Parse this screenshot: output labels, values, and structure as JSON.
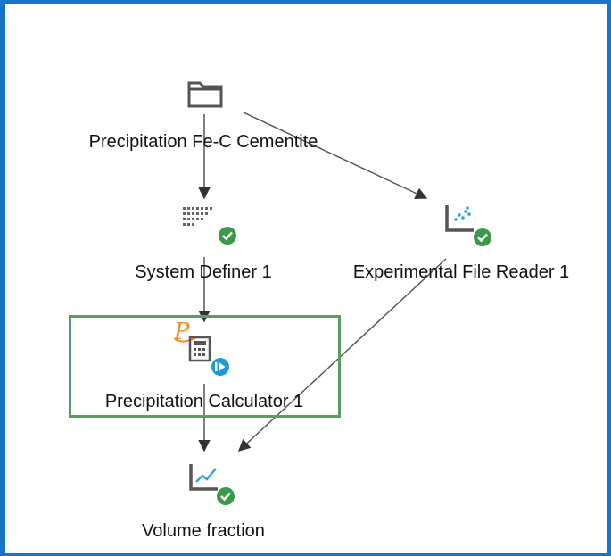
{
  "nodes": [
    {
      "id": "project",
      "label": "Precipitation Fe-C Cementite",
      "icon": "folder-icon",
      "status": "none"
    },
    {
      "id": "system-definer",
      "label": "System Definer 1",
      "icon": "system-definer-icon",
      "status": "done"
    },
    {
      "id": "experimental-reader",
      "label": "Experimental File Reader 1",
      "icon": "experimental-file-icon",
      "status": "done"
    },
    {
      "id": "precipitation-calculator",
      "label": "Precipitation Calculator 1",
      "icon": "precipitation-calculator-icon",
      "status": "run",
      "selected": true
    },
    {
      "id": "volume-fraction",
      "label": "Volume fraction",
      "icon": "plot-icon",
      "status": "done"
    }
  ],
  "edges": [
    {
      "from": "project",
      "to": "system-definer"
    },
    {
      "from": "project",
      "to": "experimental-reader"
    },
    {
      "from": "system-definer",
      "to": "precipitation-calculator"
    },
    {
      "from": "precipitation-calculator",
      "to": "volume-fraction"
    },
    {
      "from": "experimental-reader",
      "to": "volume-fraction"
    }
  ],
  "colors": {
    "frame": "#1a73c8",
    "selection": "#5a9e5f",
    "done": "#3a9a4a",
    "run": "#1e9ad6",
    "accent": "#f28a2b"
  }
}
